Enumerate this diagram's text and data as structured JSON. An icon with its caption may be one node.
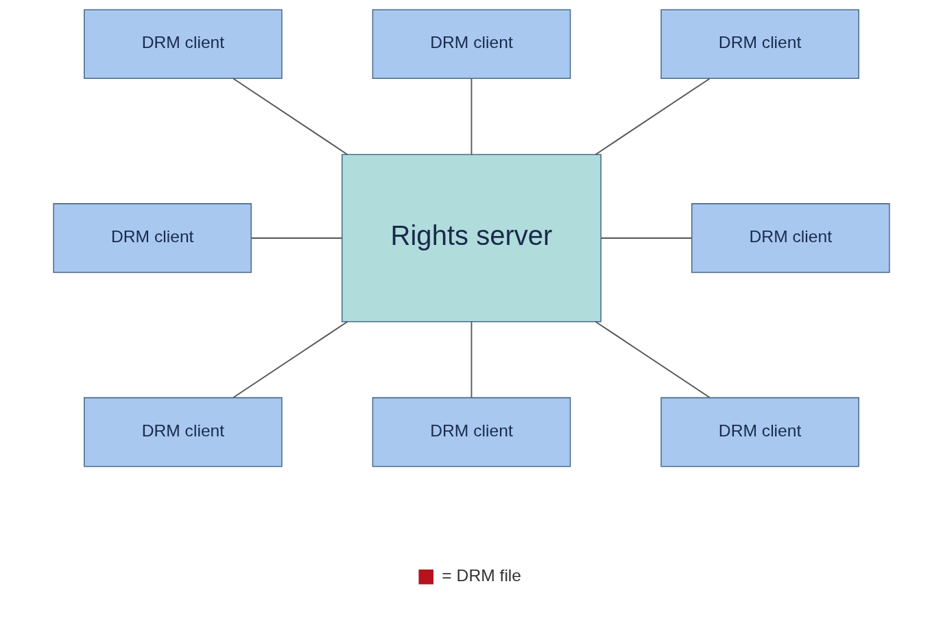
{
  "diagram": {
    "nodes": [
      {
        "text": [
          "DRM client"
        ]
      },
      {
        "text": [
          "DRM client"
        ]
      },
      {
        "text": [
          "DRM client"
        ]
      },
      {
        "text": [
          "DRM client"
        ]
      },
      {
        "text": [
          "Rights server"
        ]
      },
      {
        "text": [
          "DRM client"
        ]
      },
      {
        "text": [
          "DRM client"
        ]
      },
      {
        "text": [
          "DRM client"
        ]
      },
      {
        "text": [
          "DRM client"
        ]
      }
    ],
    "edges": [
      {
        "from": 0,
        "to": 4,
        "arrow": "none"
      },
      {
        "from": 1,
        "to": 4,
        "arrow": "none"
      },
      {
        "from": 2,
        "to": 4,
        "arrow": "none"
      },
      {
        "from": 3,
        "to": 4,
        "arrow": "none"
      },
      {
        "from": 4,
        "to": 5,
        "arrow": "none"
      },
      {
        "from": 4,
        "to": 6,
        "arrow": "none"
      },
      {
        "from": 4,
        "to": 7,
        "arrow": "none"
      },
      {
        "from": 4,
        "to": 8,
        "arrow": "none"
      }
    ],
    "legend": [
      {
        "text": "= DRM file",
        "color": "#b5121b"
      }
    ]
  }
}
